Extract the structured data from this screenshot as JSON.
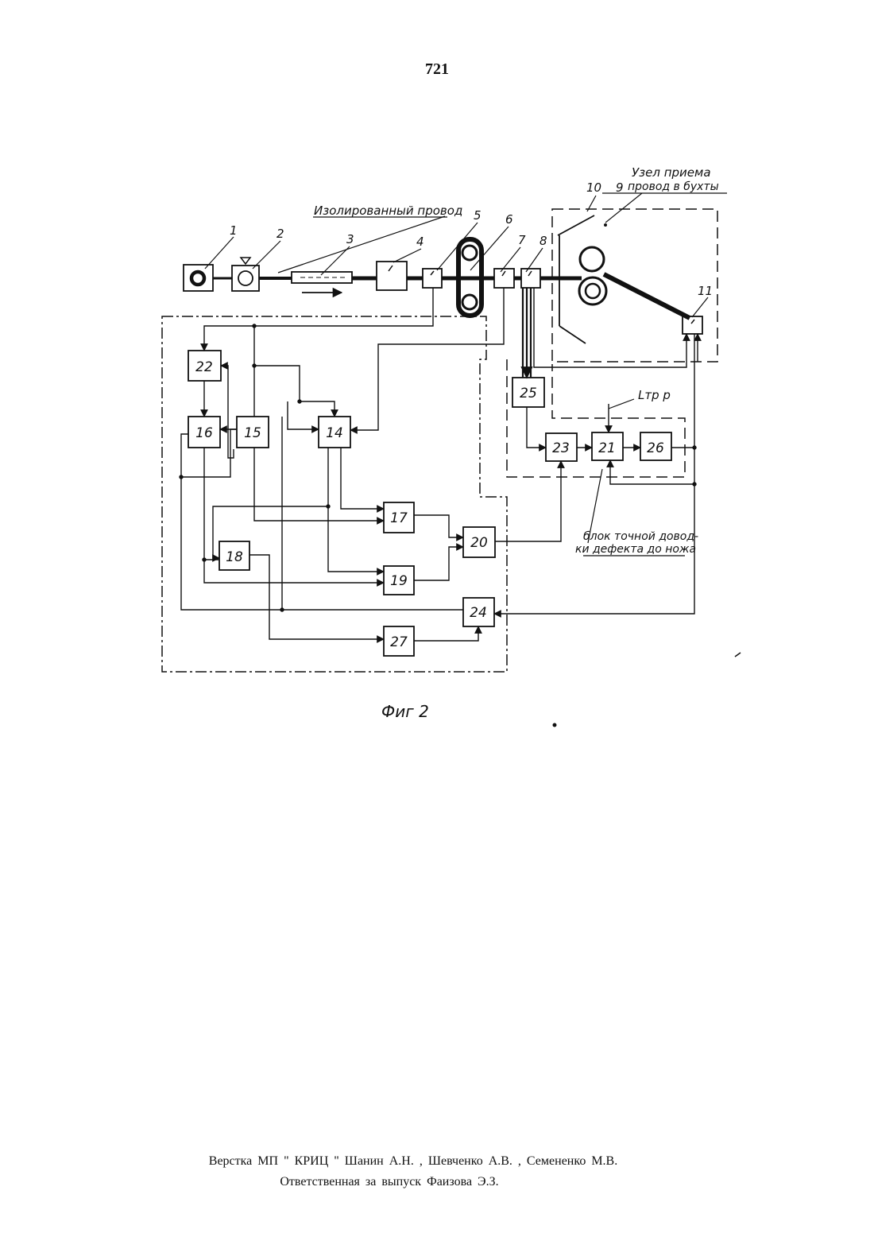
{
  "page": {
    "number": "721"
  },
  "figure": {
    "caption": "Фиг 2",
    "labels": {
      "wire": "Изолированный провод",
      "receiver_line1": "Узел приема",
      "receiver_line2": "провод в бухты",
      "ltr": "Lтр р",
      "precise_line1": "блок точной довод-",
      "precise_line2": "ки дефекта до ножа"
    },
    "callouts": [
      "1",
      "2",
      "3",
      "4",
      "5",
      "6",
      "7",
      "8",
      "9",
      "10",
      "11"
    ],
    "blocks": {
      "b4": "",
      "b5": "",
      "b7": "",
      "b8": "",
      "b11": "",
      "b14": "14",
      "b15": "15",
      "b16": "16",
      "b17": "17",
      "b18": "18",
      "b19": "19",
      "b20": "20",
      "b21": "21",
      "b22": "22",
      "b23": "23",
      "b24": "24",
      "b25": "25",
      "b26": "26",
      "b27": "27"
    }
  },
  "footer": {
    "line1": "Верстка   МП    \" КРИЦ \"    Шанин А.Н. ,  Шевченко А.В. ,  Семененко М.В.",
    "line2": "Ответственная  за  выпуск  Фаизова  Э.З."
  }
}
